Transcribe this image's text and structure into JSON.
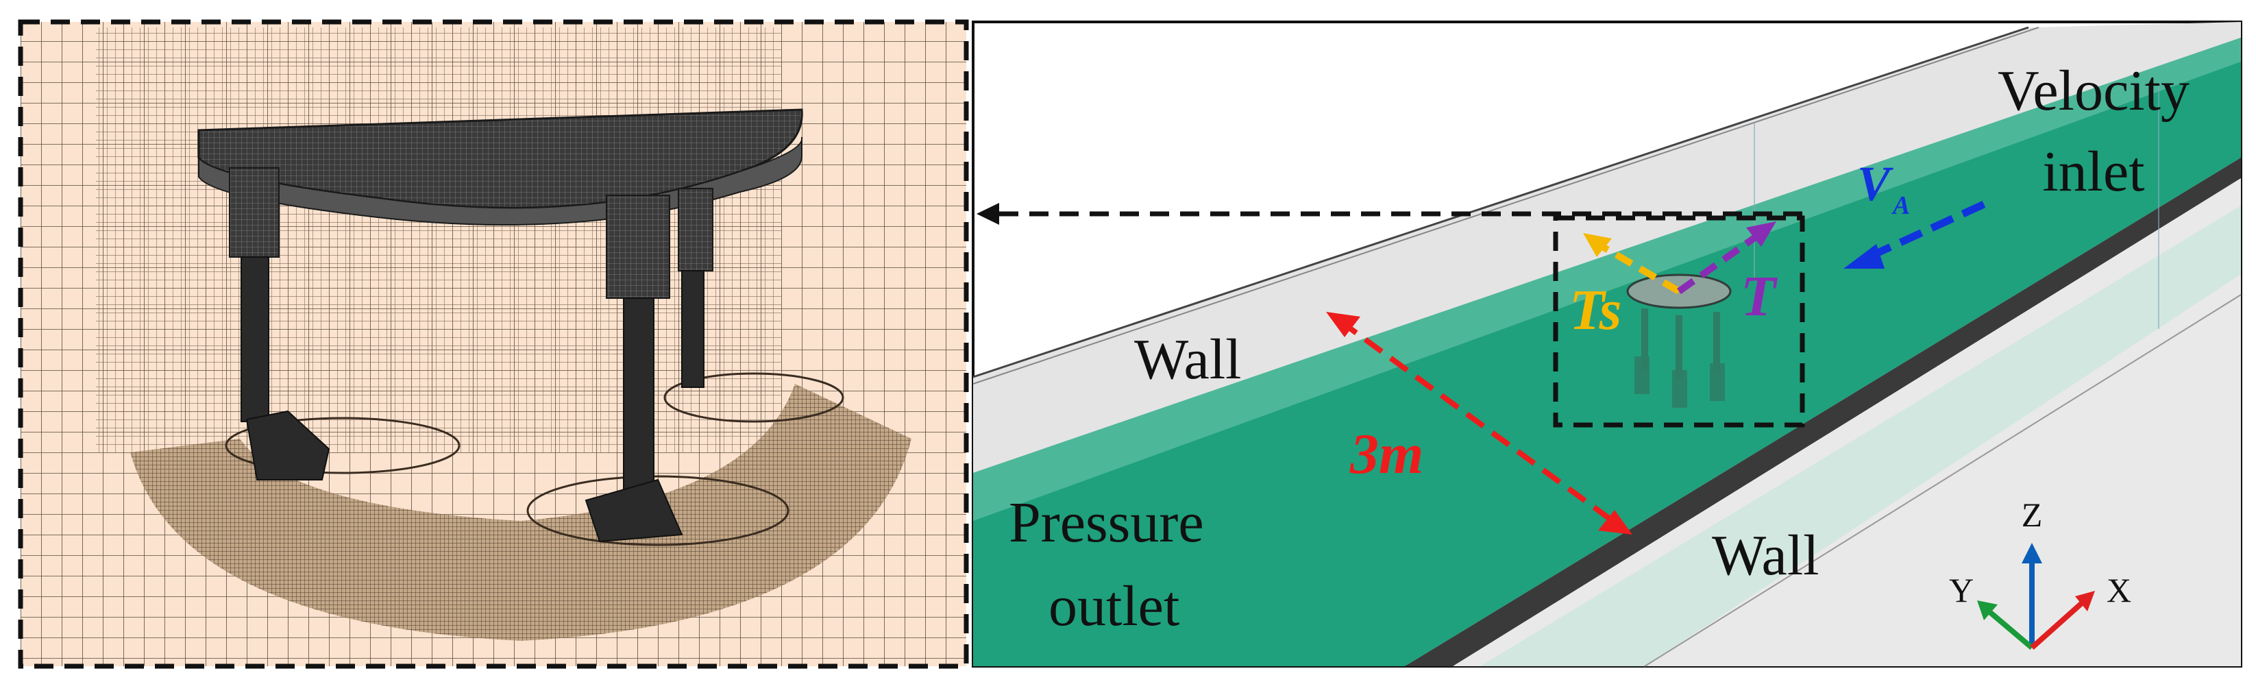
{
  "labels": {
    "velocity_inlet_1": "Velocity",
    "velocity_inlet_2": "inlet",
    "wall_top": "Wall",
    "wall_bottom": "Wall",
    "pressure_outlet_1": "Pressure",
    "pressure_outlet_2": "outlet",
    "distance": "3m",
    "ts": "Ts",
    "t": "T",
    "va_main": "V",
    "va_sub": "A"
  },
  "axes": {
    "z": "Z",
    "y": "Y",
    "x": "X"
  },
  "colors": {
    "mesh_bg": "#fbe3cf",
    "mesh_line": "#5a4a3a",
    "channel_green": "#1fa17d",
    "channel_light_green": "#8fd0bf",
    "wall_grey": "#e4e4e4",
    "dash_black": "#111111",
    "arrow_red": "#ee1c1c",
    "arrow_blue": "#1133dd",
    "arrow_yellow": "#f5b800",
    "arrow_purple": "#8a2bb5",
    "axis_blue": "#0b5fb8",
    "axis_green": "#1a9a3a",
    "axis_red": "#e02020"
  }
}
